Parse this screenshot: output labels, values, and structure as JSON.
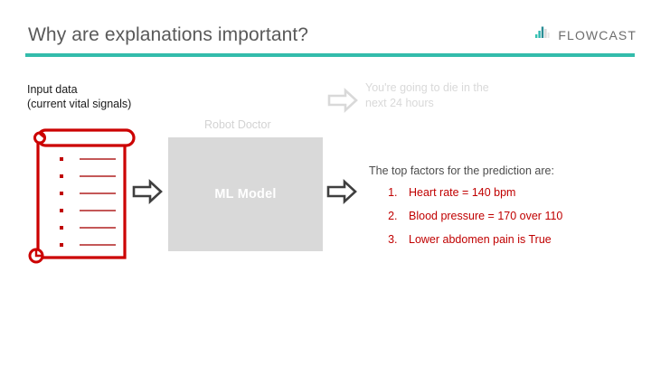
{
  "header": {
    "title": "Why are explanations important?",
    "brand": "FLOWCAST",
    "brand_icon": "waveform-icon",
    "accent_color": "#33bcab",
    "title_color": "#595959"
  },
  "left": {
    "label_line1": "Input data",
    "label_line2": "(current vital signals)",
    "document_icon": "scroll-document-icon",
    "document_color": "#cc0000",
    "bullet_count": 6
  },
  "middle": {
    "caption": "Robot Doctor",
    "box_label": "ML Model",
    "box_color": "#d9d9d9",
    "box_label_color": "#ffffff"
  },
  "arrows": {
    "input_to_model": "right-block-arrow-icon",
    "model_to_output": "right-block-arrow-icon",
    "model_to_prediction": "right-block-arrow-icon",
    "dark_color": "#3f3f3f",
    "light_color": "#d9d9d9"
  },
  "right": {
    "prediction": "You're going to die in the next 24 hours",
    "prediction_color": "#d9d9d9",
    "factors_heading": "The top factors for the prediction are:",
    "factors": [
      "Heart rate = 140 bpm",
      "Blood pressure = 170 over 110",
      "Lower abdomen pain is True"
    ],
    "factors_color": "#c00000"
  }
}
